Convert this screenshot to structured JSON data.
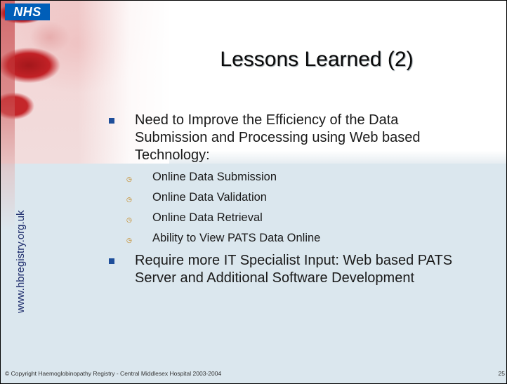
{
  "logo": {
    "text": "NHS"
  },
  "website": "www.hbregistry.org.uk",
  "title": "Lessons Learned (2)",
  "bullets": [
    {
      "text": "Need to Improve the Efficiency of the Data Submission and Processing using Web based Technology:",
      "sub": [
        "Online Data Submission",
        "Online Data Validation",
        "Online Data Retrieval",
        "Ability to View PATS Data Online"
      ]
    },
    {
      "text": "Require more IT Specialist Input: Web based PATS Server and Additional Software Development"
    }
  ],
  "footer": "© Copyright Haemoglobinopathy Registry - Central Middlesex Hospital 2003-2004",
  "page_number": "25",
  "colors": {
    "bullet_square": "#1e4e9a",
    "sub_bullet": "#c07800",
    "nhs_blue": "#005eb8",
    "website_text": "#1f2e6d"
  },
  "icons": {
    "level1_bullet": "square-bullet-icon",
    "level2_bullet": "clock-bullet-icon"
  }
}
